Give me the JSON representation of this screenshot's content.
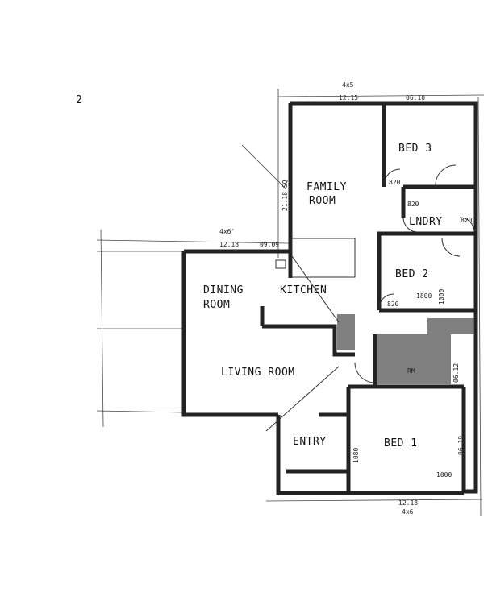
{
  "rooms": {
    "family": "FAMILY",
    "family2": "ROOM",
    "bed3": "BED 3",
    "laundry": "LNDRY",
    "bed2": "BED 2",
    "dining": "DINING",
    "dining2": "ROOM",
    "kitchen": "KITCHEN",
    "living": "LIVING ROOM",
    "entry": "ENTRY",
    "bed1": "BED 1",
    "bath": "RM"
  },
  "dimensions": {
    "top_size": "4x5",
    "top_left": "12.15",
    "top_right": "06.10",
    "dining_size": "4x6'",
    "dining_width": "12.18",
    "kitchen_width": "09.09",
    "family_height": "21.18 SQ",
    "bed1_width": "12.18",
    "bed1_size": "4x6",
    "right_upper": "06.12",
    "right_lower": "06.19",
    "sheet_mark": "2"
  },
  "doors": {
    "d1": "820",
    "d2": "820",
    "d3": "820",
    "d4": "820",
    "d5": "1800",
    "d6": "1080",
    "d7": "1000",
    "d8": "1000"
  }
}
